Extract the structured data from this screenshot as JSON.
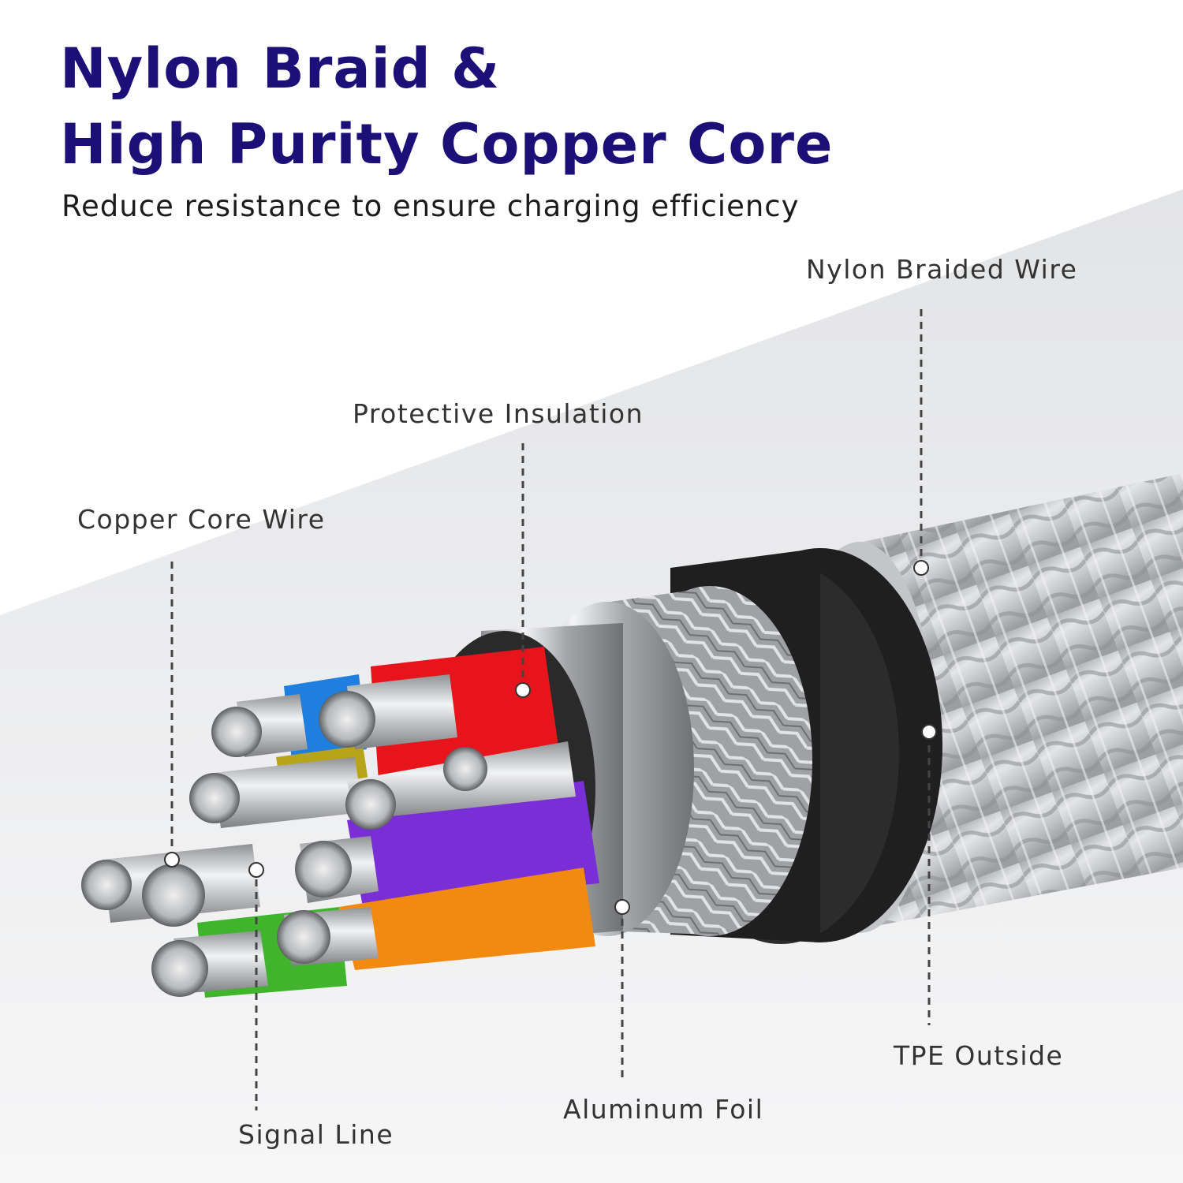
{
  "header": {
    "title_line1": "Nylon Braid &",
    "title_line2": "High Purity Copper Core",
    "subtitle": "Reduce resistance to ensure charging efficiency"
  },
  "callouts": {
    "nylon_braided_wire": "Nylon Braided Wire",
    "protective_insulation": "Protective Insulation",
    "copper_core_wire": "Copper Core Wire",
    "signal_line": "Signal Line",
    "aluminum_foil": "Aluminum Foil",
    "tpe_outside": "TPE Outside"
  },
  "colors": {
    "title": "#1d0f78",
    "wire_red": "#e8141b",
    "wire_blue": "#1e7fe0",
    "wire_yellow": "#b8a418",
    "wire_purple": "#7a2fd6",
    "wire_orange": "#f28a12",
    "wire_green": "#3fb42c",
    "tpe_jacket": "#1f1f1f",
    "braid": "#c8c9cb"
  }
}
